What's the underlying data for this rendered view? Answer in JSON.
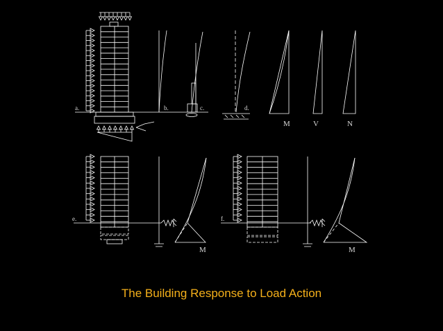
{
  "caption": "The Building Response to Load Action",
  "labels": {
    "a": "a.",
    "b": "b.",
    "c": "c.",
    "d": "d.",
    "e": "e.",
    "f": "f.",
    "moment_top": "M",
    "shear_top": "V",
    "normal_top": "N",
    "moment_e": "M",
    "moment_f": "M"
  },
  "colors": {
    "background": "#000000",
    "lines": "#ffffff",
    "caption": "#f5b01a"
  }
}
